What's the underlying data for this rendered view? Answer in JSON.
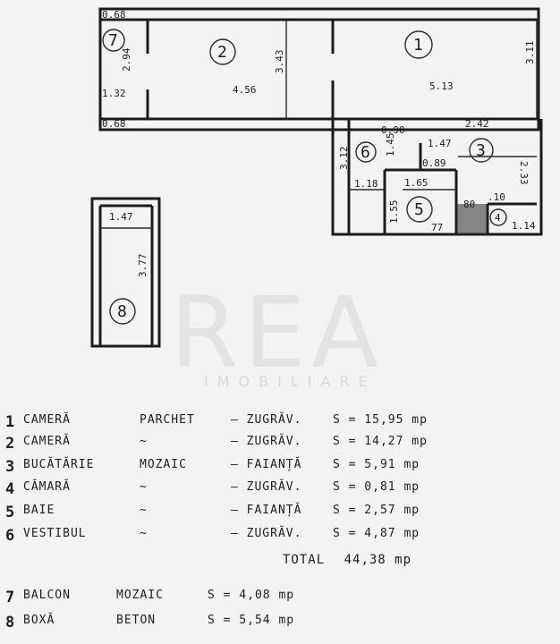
{
  "watermark": {
    "brand": "REA",
    "sub": "IMOBILIARE"
  },
  "rooms": [
    {
      "id": "1",
      "label": "1"
    },
    {
      "id": "2",
      "label": "2"
    },
    {
      "id": "3",
      "label": "3"
    },
    {
      "id": "4",
      "label": "4"
    },
    {
      "id": "5",
      "label": "5"
    },
    {
      "id": "6",
      "label": "6"
    },
    {
      "id": "7",
      "label": "7"
    },
    {
      "id": "8",
      "label": "8"
    }
  ],
  "dimensions": {
    "d_068_top": "0.68",
    "d_294": "2.94",
    "d_343": "3.43",
    "d_311": "3.11",
    "d_132": "1.32",
    "d_456": "4.56",
    "d_513": "5.13",
    "d_068_bottom": "0.68",
    "d_090": "0.90",
    "d_242": "2.42",
    "d_312": "3.12",
    "d_145": "1.45",
    "d_147_r3": "1.47",
    "d_0_89": "0.89",
    "d_233": "2.33",
    "d_118": "1.18",
    "d_165": "1.65",
    "d_080": "80",
    "d_010": ".10",
    "d_155": "1.55",
    "d_077": "77",
    "d_114": "1.14",
    "d_147_box": "1.47",
    "d_377": "3.77"
  },
  "legend": [
    {
      "idx": "1",
      "name": "CAMERĂ",
      "floor": "PARCHET",
      "wall": "– ZUGRĂV.",
      "area": "S = 15,95 mp"
    },
    {
      "idx": "2",
      "name": "CAMERĂ",
      "floor": "~",
      "wall": "– ZUGRĂV.",
      "area": "S = 14,27 mp"
    },
    {
      "idx": "3",
      "name": "BUCĂTĂRIE",
      "floor": "MOZAIC",
      "wall": "– FAIANȚĂ",
      "area": "S = 5,91 mp"
    },
    {
      "idx": "4",
      "name": "CĂMARĂ",
      "floor": "~",
      "wall": "– ZUGRĂV.",
      "area": "S = 0,81 mp"
    },
    {
      "idx": "5",
      "name": "BAIE",
      "floor": "~",
      "wall": "– FAIANȚĂ",
      "area": "S = 2,57 mp"
    },
    {
      "idx": "6",
      "name": "VESTIBUL",
      "floor": "~",
      "wall": "– ZUGRĂV.",
      "area": "S = 4,87 mp"
    }
  ],
  "total": {
    "label": "TOTAL",
    "value": "44,38 mp"
  },
  "extras": [
    {
      "idx": "7",
      "name": "BALCON",
      "floor": "MOZAIC",
      "area": "S = 4,08 mp"
    },
    {
      "idx": "8",
      "name": "BOXĂ",
      "floor": "BETON",
      "area": "S = 5,54 mp"
    }
  ]
}
